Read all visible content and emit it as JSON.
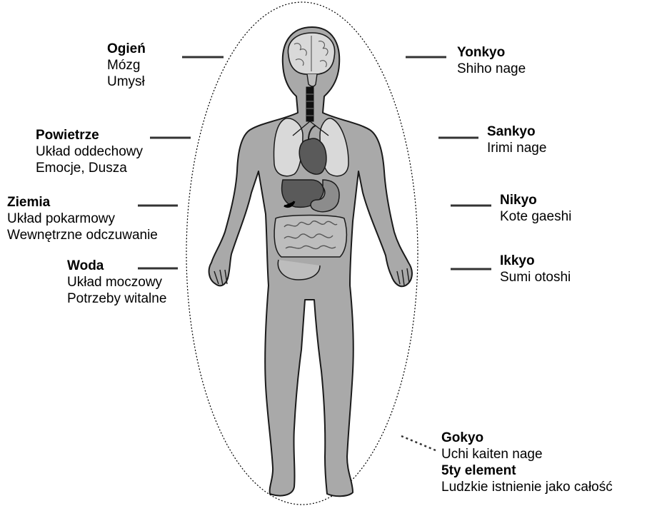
{
  "left_labels": [
    {
      "key": "ogien",
      "title": "Ogień",
      "lines": [
        "Mózg",
        "Umysł"
      ]
    },
    {
      "key": "powietrze",
      "title": "Powietrze",
      "lines": [
        "Układ oddechowy",
        "Emocje, Dusza"
      ]
    },
    {
      "key": "ziemia",
      "title": "Ziemia",
      "lines": [
        "Układ pokarmowy",
        "Wewnętrzne odczuwanie"
      ]
    },
    {
      "key": "woda",
      "title": "Woda",
      "lines": [
        "Układ moczowy",
        "Potrzeby witalne"
      ]
    }
  ],
  "right_labels": [
    {
      "key": "yonkyo",
      "title": "Yonkyo",
      "lines": [
        "Shiho nage"
      ]
    },
    {
      "key": "sankyo",
      "title": "Sankyo",
      "lines": [
        "Irimi nage"
      ]
    },
    {
      "key": "nikyo",
      "title": "Nikyo",
      "lines": [
        "Kote gaeshi"
      ]
    },
    {
      "key": "ikkyo",
      "title": "Ikkyo",
      "lines": [
        "Sumi otoshi"
      ]
    }
  ],
  "bottom_label": {
    "title": "Gokyo",
    "line1": "Uchi kaiten nage",
    "title2": "5ty element",
    "line2": "Ludzkie istnienie jako całość"
  },
  "colors": {
    "body_fill": "#a9a9a9",
    "body_stroke": "#1a1a1a",
    "organ_light": "#d9d9d9",
    "organ_mid": "#8c8c8c",
    "organ_dark": "#5a5a5a",
    "line": "#333333"
  }
}
